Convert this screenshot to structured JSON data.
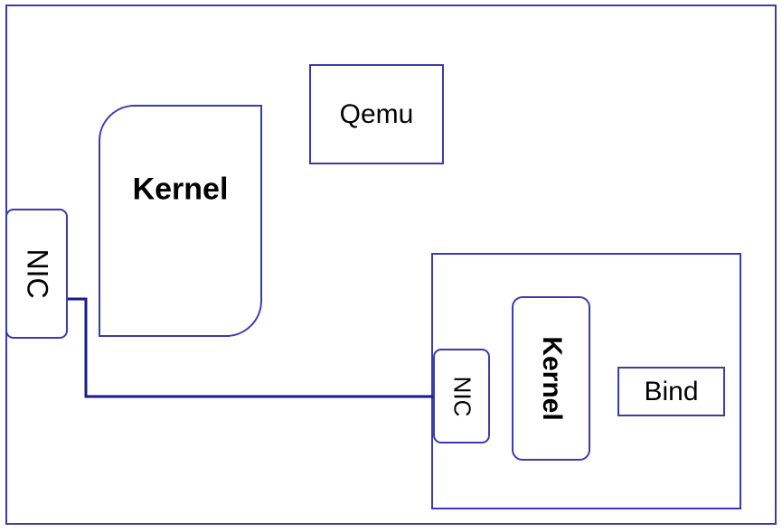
{
  "host": {
    "kernel_label": "Kernel",
    "nic_label": "NIC",
    "qemu_label": "Qemu"
  },
  "guest": {
    "kernel_label": "Kernel",
    "nic_label": "NIC",
    "bind_label": "Bind"
  },
  "colors": {
    "border": "#3b3bb0",
    "text": "#000000",
    "link": "#1a1a8c"
  }
}
